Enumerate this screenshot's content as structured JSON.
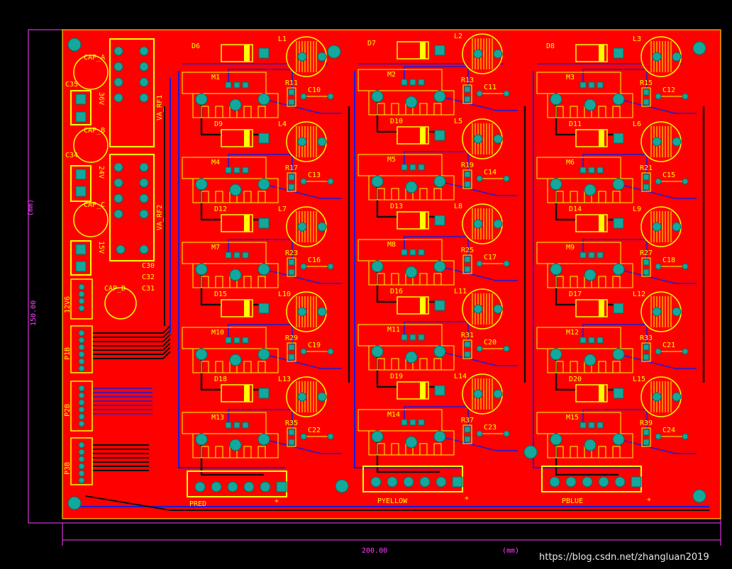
{
  "colors": {
    "board": "#ff0000",
    "silkscreen": "#ffff00",
    "trace_top": "#1a1ad8",
    "trace_bottom": "#101010",
    "pad": "#12a89c",
    "dimension": "#ff40ff"
  },
  "dimensions": {
    "width_label": "200.00",
    "height_label": "150.00",
    "unit_label": "(mm)"
  },
  "watermark": "https://blog.csdn.net/zhangluan2019",
  "left_parts": {
    "caps": [
      "CAP_A",
      "CAP_B",
      "CAP_C",
      "CAP_D"
    ],
    "cap_labels": [
      "C35",
      "C34"
    ],
    "voltages": [
      "36V",
      "24V",
      "15V",
      "12V6"
    ],
    "rf_headers": [
      "VA_RF1",
      "VA_RF2"
    ],
    "small_caps": [
      "C30",
      "C32",
      "C31"
    ],
    "connectors": [
      "P1B",
      "P2B",
      "P3B"
    ]
  },
  "channels": [
    {
      "name": "PRED",
      "plus": "+",
      "inductors": [
        "L1",
        "L4",
        "L7",
        "L10",
        "L13"
      ],
      "diodes": [
        "D6",
        "D9",
        "D12",
        "D15",
        "D18"
      ],
      "mosfets": [
        "M1",
        "M4",
        "M7",
        "M10",
        "M13"
      ],
      "resistors": [
        "R11",
        "R17",
        "R23",
        "R29",
        "R35"
      ],
      "caps": [
        "C10",
        "C13",
        "C16",
        "C19",
        "C22"
      ]
    },
    {
      "name": "PYELLOW",
      "plus": "+",
      "inductors": [
        "L2",
        "L5",
        "L8",
        "L11",
        "L14"
      ],
      "diodes": [
        "D7",
        "D10",
        "D13",
        "D16",
        "D19"
      ],
      "mosfets": [
        "M2",
        "M5",
        "M8",
        "M11",
        "M14"
      ],
      "resistors": [
        "R13",
        "R19",
        "R25",
        "R31",
        "R37"
      ],
      "caps": [
        "C11",
        "C14",
        "C17",
        "C20",
        "C23"
      ]
    },
    {
      "name": "PBLUE",
      "plus": "+",
      "inductors": [
        "L3",
        "L6",
        "L9",
        "L12",
        "L15"
      ],
      "diodes": [
        "D8",
        "D11",
        "D14",
        "D17",
        "D20"
      ],
      "mosfets": [
        "M3",
        "M6",
        "M9",
        "M12",
        "M15"
      ],
      "resistors": [
        "R15",
        "R21",
        "R27",
        "R33",
        "R39"
      ],
      "caps": [
        "C12",
        "C15",
        "C18",
        "C21",
        "C24"
      ]
    }
  ]
}
